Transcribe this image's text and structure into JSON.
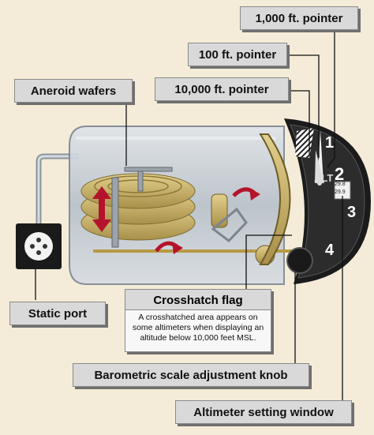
{
  "labels": {
    "thousand_pointer": "1,000 ft. pointer",
    "hundred_pointer": "100 ft. pointer",
    "ten_thousand_pointer": "10,000 ft. pointer",
    "aneroid_wafers": "Aneroid wafers",
    "static_port": "Static port",
    "baro_knob": "Barometric scale adjustment knob",
    "setting_window": "Altimeter setting window"
  },
  "crosshatch": {
    "title": "Crosshatch flag",
    "description": "A crosshatched area appears on some altimeters when displaying an altitude below 10,000 feet MSL."
  },
  "dial": {
    "numerals": [
      "1",
      "2",
      "3",
      "4"
    ],
    "alt_text": "ALT",
    "kollsman_values": [
      "29.8",
      "29.9"
    ]
  },
  "colors": {
    "background": "#f4ecd8",
    "label_fill": "#d9d9d9",
    "wafer_gold": "#c9b26a",
    "arrow_red": "#b3142b",
    "case_glass": "#c7ced6"
  }
}
